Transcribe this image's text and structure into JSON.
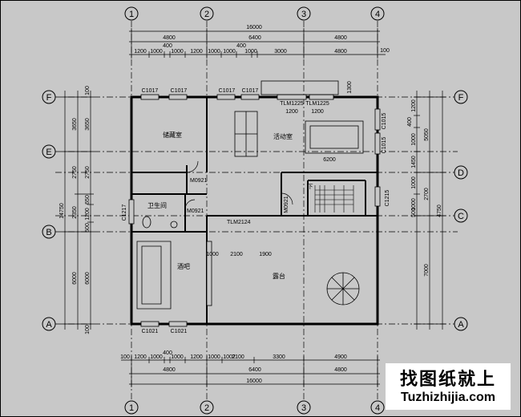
{
  "axes_h": [
    "1",
    "2",
    "3",
    "4"
  ],
  "axes_v": [
    "F",
    "E",
    "D",
    "C",
    "B",
    "A"
  ],
  "top_dims": {
    "total": "16000",
    "segments": [
      "4800",
      "6400",
      "4800"
    ],
    "detail": [
      "1200",
      "1000",
      "400",
      "1000",
      "1200",
      "1000",
      "1000",
      "400",
      "1000",
      "3000",
      "4800",
      "100"
    ]
  },
  "bottom_dims": {
    "total": "16000",
    "segments": [
      "4800",
      "6400",
      "4800"
    ],
    "detail": [
      "100",
      "1200",
      "1000",
      "400",
      "1000",
      "1200",
      "1000",
      "1002",
      "2100",
      "3300",
      "4900"
    ]
  },
  "left_dims": {
    "total": "14750",
    "segments": [
      "3650",
      "2750",
      "2350",
      "6000"
    ],
    "detail": [
      "100",
      "3650",
      "2750",
      "650",
      "1200",
      "500",
      "6000",
      "100"
    ]
  },
  "right_dims": {
    "total": "4750",
    "segments": [
      "5050",
      "2700",
      "7000"
    ],
    "detail": [
      "1200",
      "400",
      "1000",
      "1450",
      "1000",
      "1000",
      "500"
    ]
  },
  "rooms": {
    "storage": "储藏室",
    "activity": "活动室",
    "bathroom": "卫生间",
    "bar": "酒吧",
    "terrace": "露台"
  },
  "openings": {
    "c1017_a": "C1017",
    "c1017_b": "C1017",
    "c1017_c": "C1017",
    "c1017_d": "C1017",
    "tlm1225_a": "TLM1225",
    "tlm1225_b": "TLM1225",
    "w1200_a": "1200",
    "w1200_b": "1200",
    "c1015_a": "C1015",
    "c1015_b": "C1015",
    "m0921_a": "M0921",
    "m0921_b": "M0921",
    "m0921_c": "M0921",
    "c1217": "C1217",
    "c1215": "C1215",
    "tlm2124": "TLM2124",
    "c1021_a": "C1021",
    "c1021_b": "C1021",
    "bar_dims": [
      "1000",
      "2100",
      "1900"
    ],
    "stair_dim": "6200",
    "rail_dim": "1300",
    "stair_mark": "下"
  },
  "watermark": {
    "cn": "找图纸就上",
    "en": "Tuzhizhijia.com"
  }
}
